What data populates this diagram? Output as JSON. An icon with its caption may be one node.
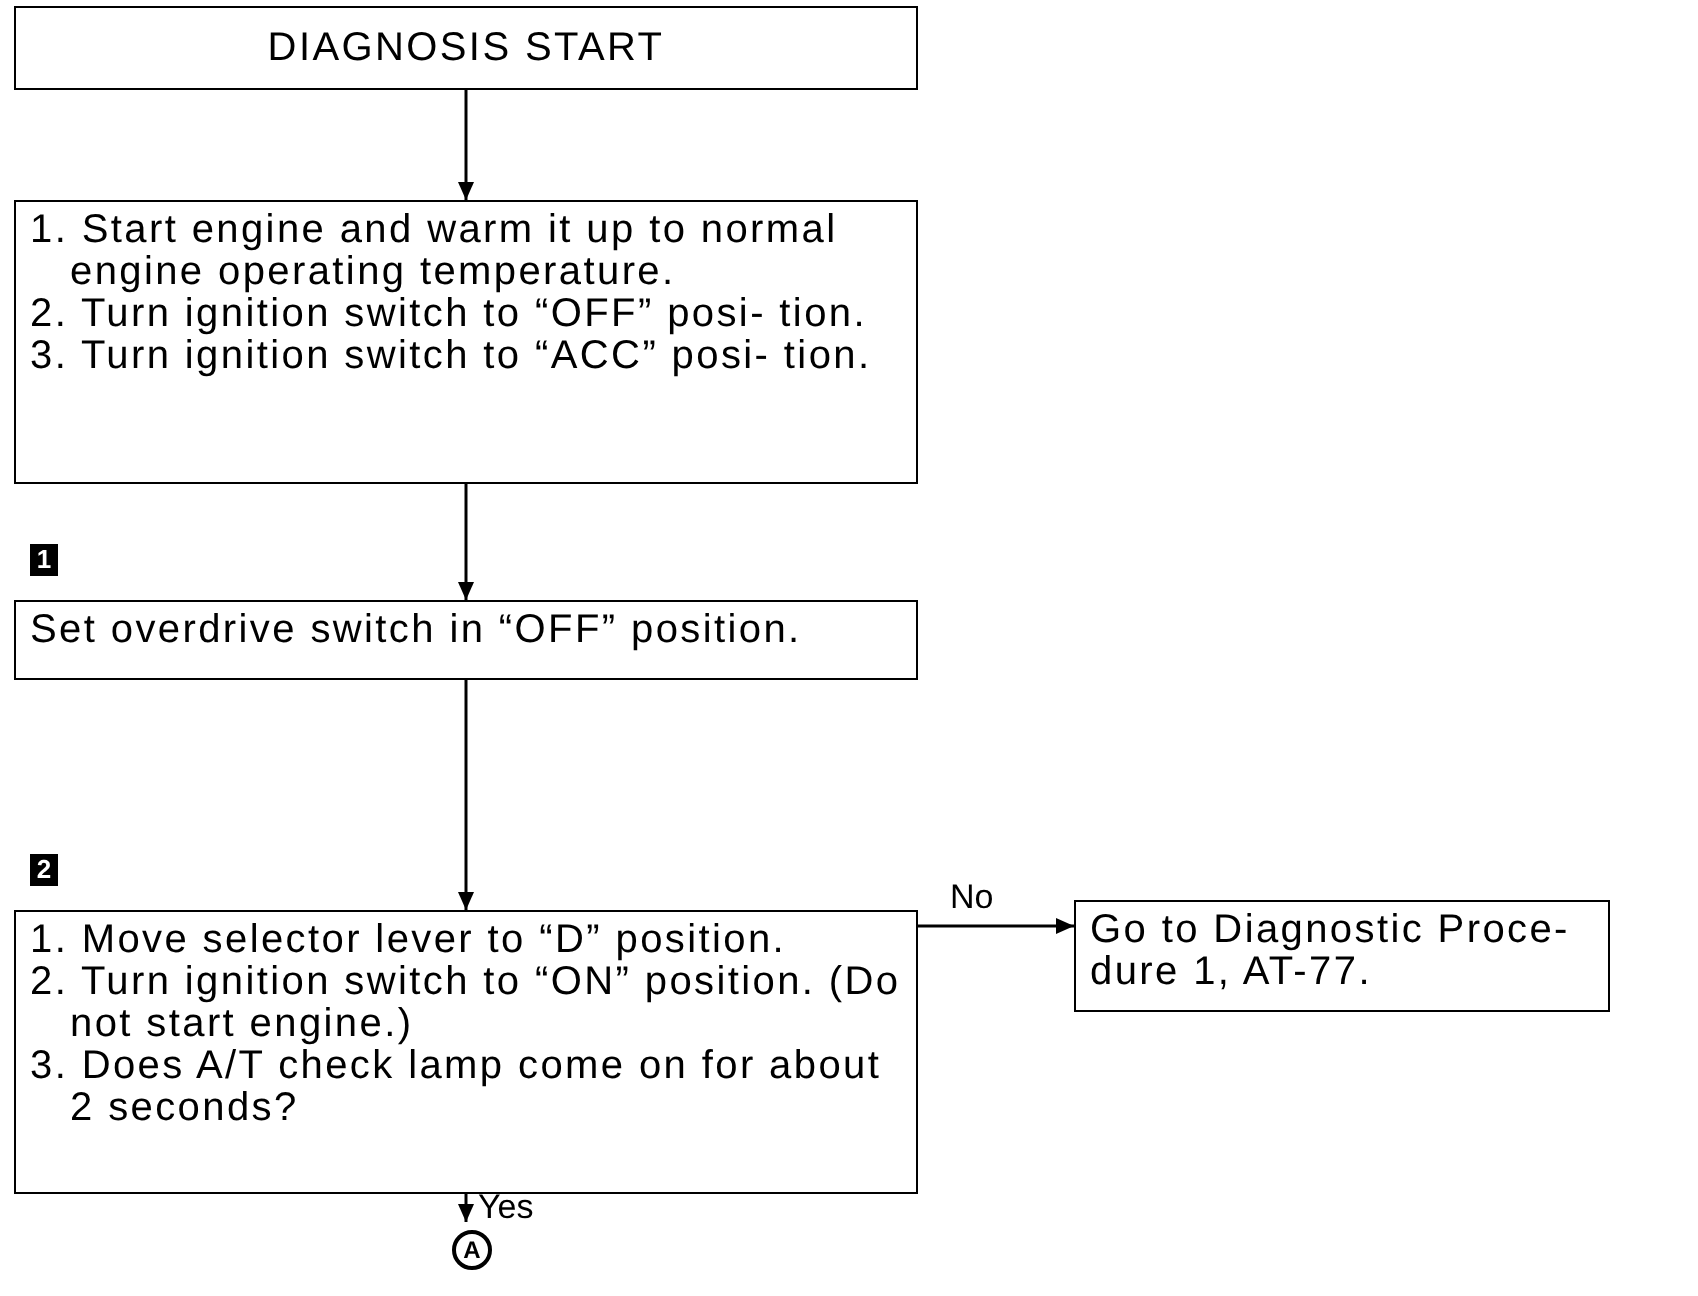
{
  "diagram": {
    "nodes": [
      {
        "text": [
          "DIAGNOSIS START"
        ]
      },
      {
        "text": [
          "1. Start engine and warm it up to normal engine operating temperature.",
          "2. Turn ignition switch to “OFF” posi- tion.",
          "3. Turn ignition switch to “ACC” posi- tion."
        ]
      },
      {
        "text": [
          "Set overdrive switch in “OFF” position."
        ],
        "beside": [
          "1"
        ]
      },
      {
        "text": [
          "1. Move selector lever to “D” position.",
          "2. Turn ignition switch to “ON” position. (Do not start engine.)",
          "3. Does A/T check lamp come on for about 2 seconds?"
        ],
        "beside": [
          "2"
        ]
      },
      {
        "text": [
          "Go to Diagnostic Proce- dure 1, AT-77."
        ]
      },
      {
        "text": [
          "A"
        ]
      }
    ],
    "edges": [
      {
        "from": 0,
        "to": 1,
        "arrow": "to"
      },
      {
        "from": 1,
        "to": 2,
        "arrow": "to"
      },
      {
        "from": 2,
        "to": 3,
        "arrow": "to"
      },
      {
        "from": 3,
        "to": 4,
        "arrow": "to",
        "label": "No"
      },
      {
        "from": 3,
        "to": 5,
        "arrow": "to",
        "label": "Yes"
      }
    ]
  }
}
